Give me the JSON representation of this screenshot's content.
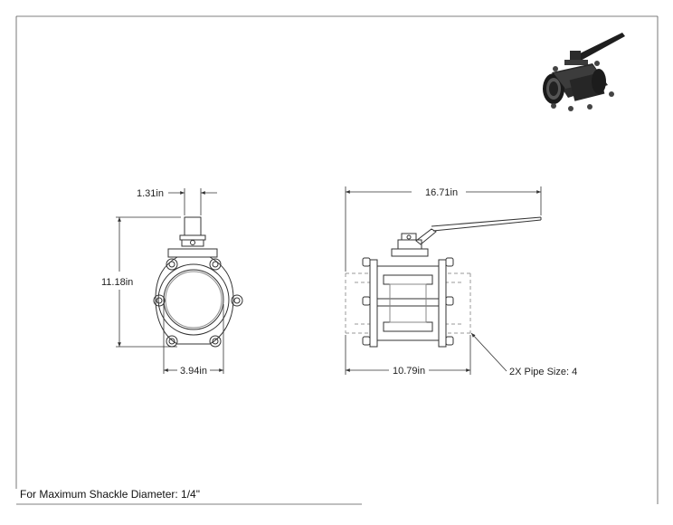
{
  "dimensions": {
    "stem_width": "1.31in",
    "overall_height": "11.18in",
    "bore_diameter": "3.94in",
    "handle_length": "16.71in",
    "body_length": "10.79in"
  },
  "callouts": {
    "pipe_size": "2X Pipe Size: 4"
  },
  "footer": {
    "note": "For Maximum Shackle Diameter: 1/4\""
  },
  "colors": {
    "line": "#333333",
    "hidden_line": "#9a9a9a",
    "valve_dark": "#2b2b2b"
  }
}
